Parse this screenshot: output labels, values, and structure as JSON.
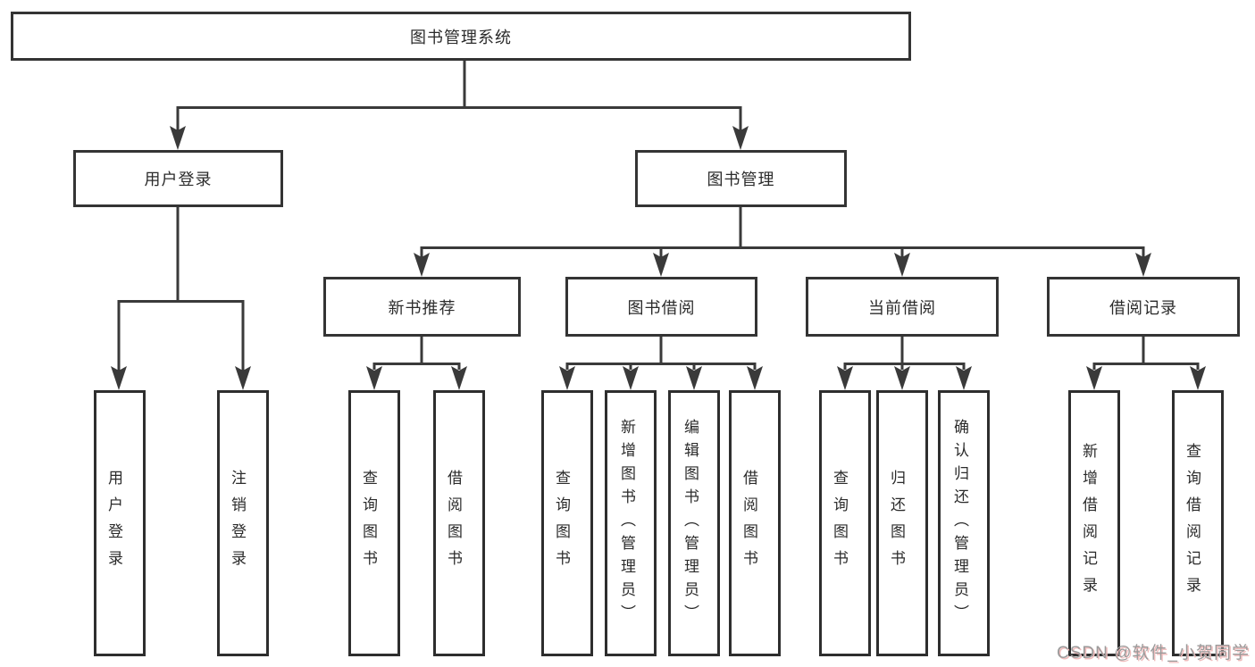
{
  "diagram": {
    "tree": {
      "label": "图书管理系统",
      "children": [
        {
          "label": "用户登录",
          "children": [
            {
              "label": "用户登录"
            },
            {
              "label": "注销登录"
            }
          ]
        },
        {
          "label": "图书管理",
          "children": [
            {
              "label": "新书推荐",
              "children": [
                {
                  "label": "查询图书"
                },
                {
                  "label": "借阅图书"
                }
              ]
            },
            {
              "label": "图书借阅",
              "children": [
                {
                  "label": "查询图书"
                },
                {
                  "label": "新增图书（管理员）"
                },
                {
                  "label": "编辑图书（管理员）"
                },
                {
                  "label": "借阅图书"
                }
              ]
            },
            {
              "label": "当前借阅",
              "children": [
                {
                  "label": "查询图书"
                },
                {
                  "label": "归还图书"
                },
                {
                  "label": "确认归还（管理员）"
                }
              ]
            },
            {
              "label": "借阅记录",
              "children": [
                {
                  "label": "新增借阅记录"
                },
                {
                  "label": "查询借阅记录"
                }
              ]
            }
          ]
        }
      ]
    },
    "watermark": {
      "text": "CSDN @软件_小贺同学"
    },
    "colors": {
      "line": "#3a3a3a",
      "box_border": "#2e2e2e",
      "text": "#2b2b2b",
      "background": "#ffffff",
      "watermark_gray": "#9b9b9b",
      "watermark_pink": "#f0bcbc"
    }
  }
}
